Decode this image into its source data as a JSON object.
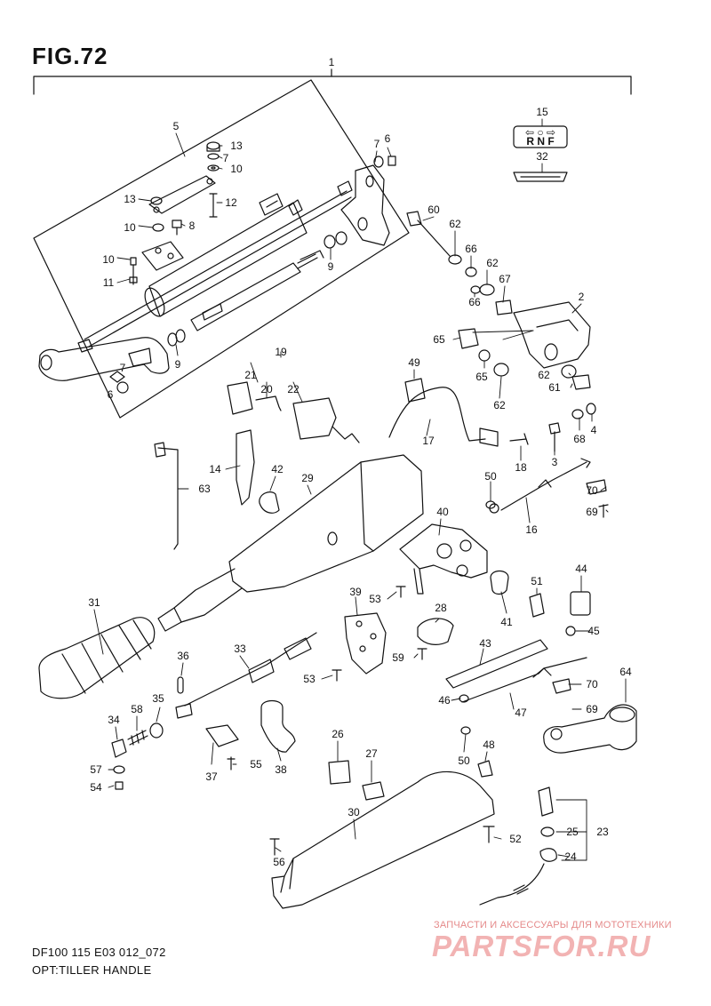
{
  "figure": {
    "title": "FIG.72",
    "model_code": "DF100 115 E03 012_072",
    "caption": "OPT:TILLER HANDLE"
  },
  "indicator": {
    "arrows": "⇦ ○ ⇨",
    "letters": "R  N  F"
  },
  "callouts": [
    {
      "key": "c1",
      "text": "1"
    },
    {
      "key": "c2",
      "text": "2"
    },
    {
      "key": "c3",
      "text": "3"
    },
    {
      "key": "c4",
      "text": "4"
    },
    {
      "key": "c5",
      "text": "5"
    },
    {
      "key": "c6a",
      "text": "6"
    },
    {
      "key": "c6b",
      "text": "6"
    },
    {
      "key": "c7a",
      "text": "7"
    },
    {
      "key": "c7b",
      "text": "7"
    },
    {
      "key": "c7c",
      "text": "7"
    },
    {
      "key": "c8",
      "text": "8"
    },
    {
      "key": "c9a",
      "text": "9"
    },
    {
      "key": "c9b",
      "text": "9"
    },
    {
      "key": "c10a",
      "text": "10"
    },
    {
      "key": "c10b",
      "text": "10"
    },
    {
      "key": "c10c",
      "text": "10"
    },
    {
      "key": "c11",
      "text": "11"
    },
    {
      "key": "c12",
      "text": "12"
    },
    {
      "key": "c13a",
      "text": "13"
    },
    {
      "key": "c13b",
      "text": "13"
    },
    {
      "key": "c14",
      "text": "14"
    },
    {
      "key": "c15",
      "text": "15"
    },
    {
      "key": "c16",
      "text": "16"
    },
    {
      "key": "c17",
      "text": "17"
    },
    {
      "key": "c18",
      "text": "18"
    },
    {
      "key": "c19",
      "text": "19"
    },
    {
      "key": "c20",
      "text": "20"
    },
    {
      "key": "c21",
      "text": "21"
    },
    {
      "key": "c22",
      "text": "22"
    },
    {
      "key": "c23",
      "text": "23"
    },
    {
      "key": "c24",
      "text": "24"
    },
    {
      "key": "c25",
      "text": "25"
    },
    {
      "key": "c26",
      "text": "26"
    },
    {
      "key": "c27",
      "text": "27"
    },
    {
      "key": "c28",
      "text": "28"
    },
    {
      "key": "c29",
      "text": "29"
    },
    {
      "key": "c30",
      "text": "30"
    },
    {
      "key": "c31",
      "text": "31"
    },
    {
      "key": "c32",
      "text": "32"
    },
    {
      "key": "c33",
      "text": "33"
    },
    {
      "key": "c34",
      "text": "34"
    },
    {
      "key": "c35",
      "text": "35"
    },
    {
      "key": "c36",
      "text": "36"
    },
    {
      "key": "c37",
      "text": "37"
    },
    {
      "key": "c38",
      "text": "38"
    },
    {
      "key": "c39",
      "text": "39"
    },
    {
      "key": "c40",
      "text": "40"
    },
    {
      "key": "c41",
      "text": "41"
    },
    {
      "key": "c42",
      "text": "42"
    },
    {
      "key": "c43",
      "text": "43"
    },
    {
      "key": "c44",
      "text": "44"
    },
    {
      "key": "c45",
      "text": "45"
    },
    {
      "key": "c46",
      "text": "46"
    },
    {
      "key": "c47",
      "text": "47"
    },
    {
      "key": "c48",
      "text": "48"
    },
    {
      "key": "c49",
      "text": "49"
    },
    {
      "key": "c50a",
      "text": "50"
    },
    {
      "key": "c50b",
      "text": "50"
    },
    {
      "key": "c51",
      "text": "51"
    },
    {
      "key": "c52",
      "text": "52"
    },
    {
      "key": "c53a",
      "text": "53"
    },
    {
      "key": "c53b",
      "text": "53"
    },
    {
      "key": "c54",
      "text": "54"
    },
    {
      "key": "c55",
      "text": "55"
    },
    {
      "key": "c56",
      "text": "56"
    },
    {
      "key": "c57",
      "text": "57"
    },
    {
      "key": "c58",
      "text": "58"
    },
    {
      "key": "c59",
      "text": "59"
    },
    {
      "key": "c60",
      "text": "60"
    },
    {
      "key": "c61",
      "text": "61"
    },
    {
      "key": "c62a",
      "text": "62"
    },
    {
      "key": "c62b",
      "text": "62"
    },
    {
      "key": "c62c",
      "text": "62"
    },
    {
      "key": "c62d",
      "text": "62"
    },
    {
      "key": "c63",
      "text": "63"
    },
    {
      "key": "c64",
      "text": "64"
    },
    {
      "key": "c65a",
      "text": "65"
    },
    {
      "key": "c65b",
      "text": "65"
    },
    {
      "key": "c66a",
      "text": "66"
    },
    {
      "key": "c66b",
      "text": "66"
    },
    {
      "key": "c67",
      "text": "67"
    },
    {
      "key": "c68",
      "text": "68"
    },
    {
      "key": "c69a",
      "text": "69"
    },
    {
      "key": "c69b",
      "text": "69"
    },
    {
      "key": "c70a",
      "text": "70"
    },
    {
      "key": "c70b",
      "text": "70"
    }
  ],
  "watermark": {
    "caption": "ЗАПЧАСТИ И АКСЕССУАРЫ ДЛЯ МОТОТЕХНИКИ",
    "logo": "PARTSFOR.RU",
    "color": "#e58a8a"
  }
}
